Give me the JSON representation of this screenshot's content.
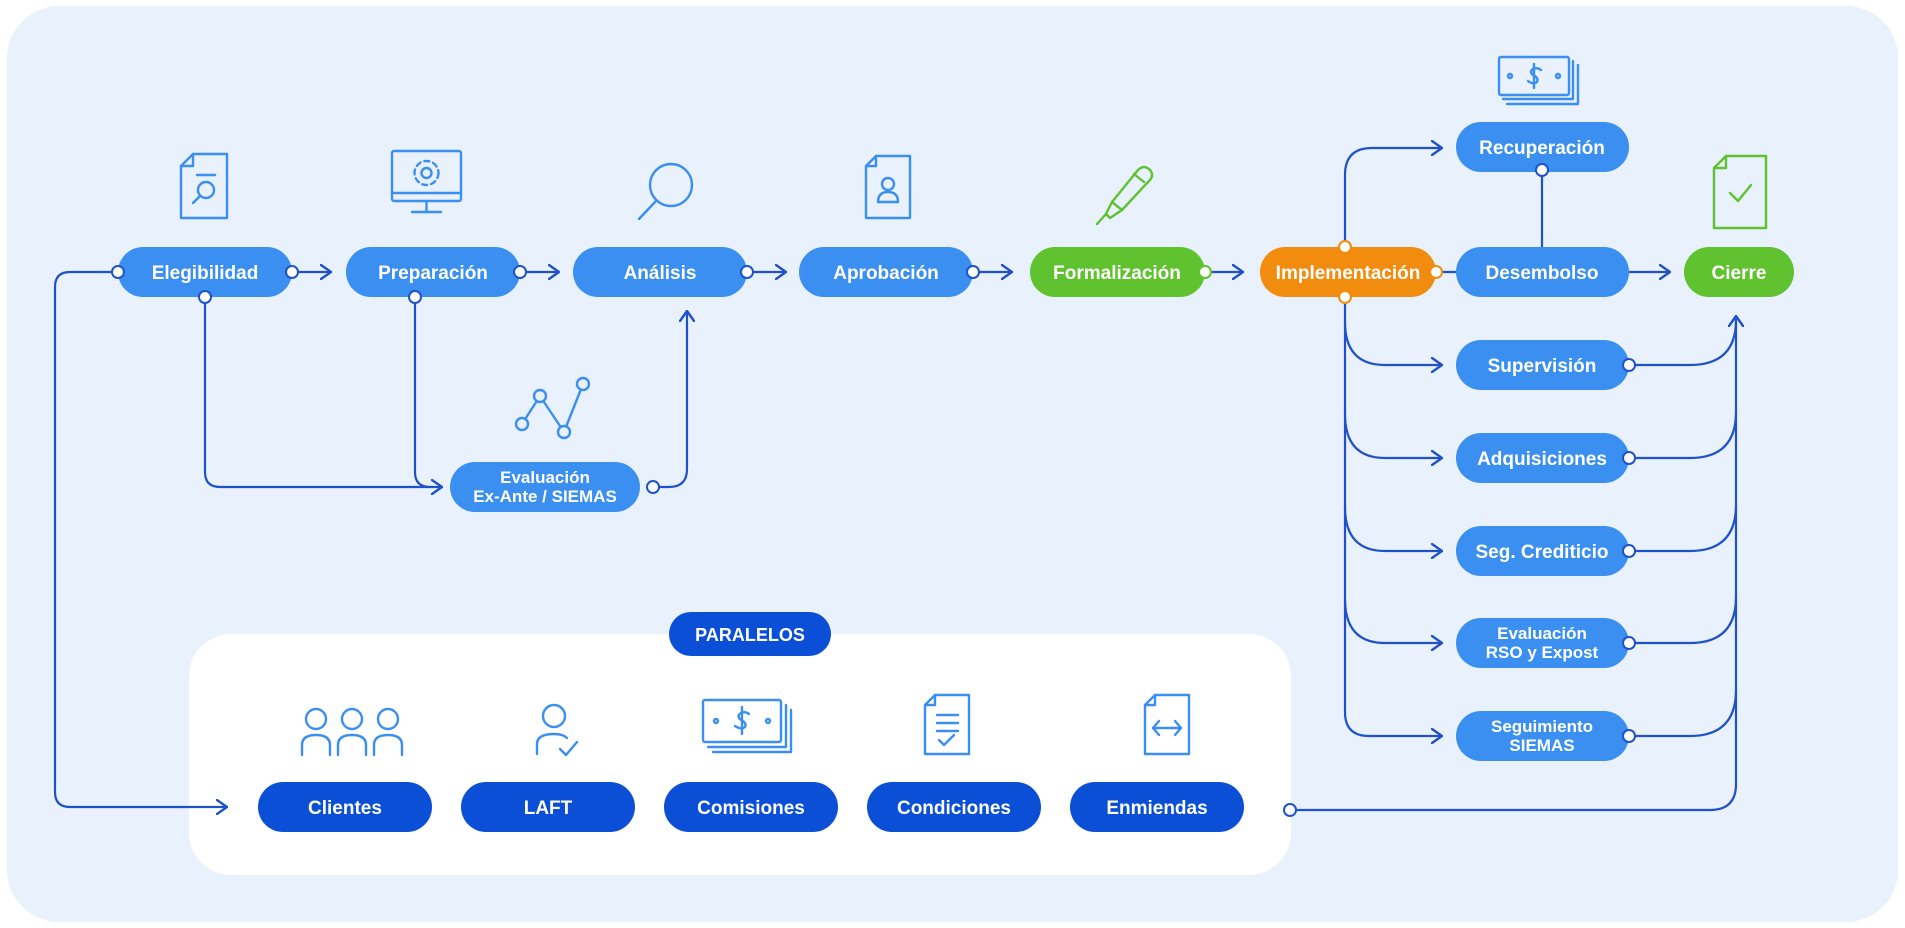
{
  "colors": {
    "background_panel": "#e8f1fc",
    "parallel_panel": "#ffffff",
    "node_blue": "#3a8ff0",
    "node_dark_blue": "#0a4fd6",
    "node_green": "#5fc22e",
    "node_orange": "#f28c0f",
    "connector": "#1f52c8",
    "icon_blue": "#3a8ff0",
    "icon_green": "#5fc22e"
  },
  "nodes": {
    "elegibilidad": {
      "label": "Elegibilidad",
      "icon": "document-search-icon"
    },
    "preparacion": {
      "label": "Preparación",
      "icon": "monitor-gear-icon"
    },
    "analisis": {
      "label": "Análisis",
      "icon": "magnifier-icon"
    },
    "aprobacion": {
      "label": "Aprobación",
      "icon": "document-person-icon"
    },
    "formalizacion": {
      "label": "Formalización",
      "icon": "pen-icon"
    },
    "implementacion": {
      "label": "Implementación"
    },
    "desembolso": {
      "label": "Desembolso"
    },
    "recuperacion": {
      "label": "Recuperación",
      "icon": "money-stack-icon"
    },
    "cierre": {
      "label": "Cierre",
      "icon": "document-check-icon"
    },
    "supervision": {
      "label": "Supervisión"
    },
    "adquisiciones": {
      "label": "Adquisiciones"
    },
    "seg_crediticio": {
      "label": "Seg. Crediticio"
    },
    "evaluacion_rso": {
      "line1": "Evaluación",
      "line2": "RSO y Expost"
    },
    "seguimiento_siemas": {
      "line1": "Seguimiento",
      "line2": "SIEMAS"
    },
    "evaluacion_exante": {
      "line1": "Evaluación",
      "line2": "Ex-Ante / SIEMAS",
      "icon": "line-graph-icon"
    }
  },
  "paralelos": {
    "title": "PARALELOS",
    "items": [
      {
        "label": "Clientes",
        "icon": "users-icon"
      },
      {
        "label": "LAFT",
        "icon": "user-check-icon"
      },
      {
        "label": "Comisiones",
        "icon": "money-stack-icon"
      },
      {
        "label": "Condiciones",
        "icon": "document-list-check-icon"
      },
      {
        "label": "Enmiendas",
        "icon": "document-arrows-icon"
      }
    ]
  }
}
